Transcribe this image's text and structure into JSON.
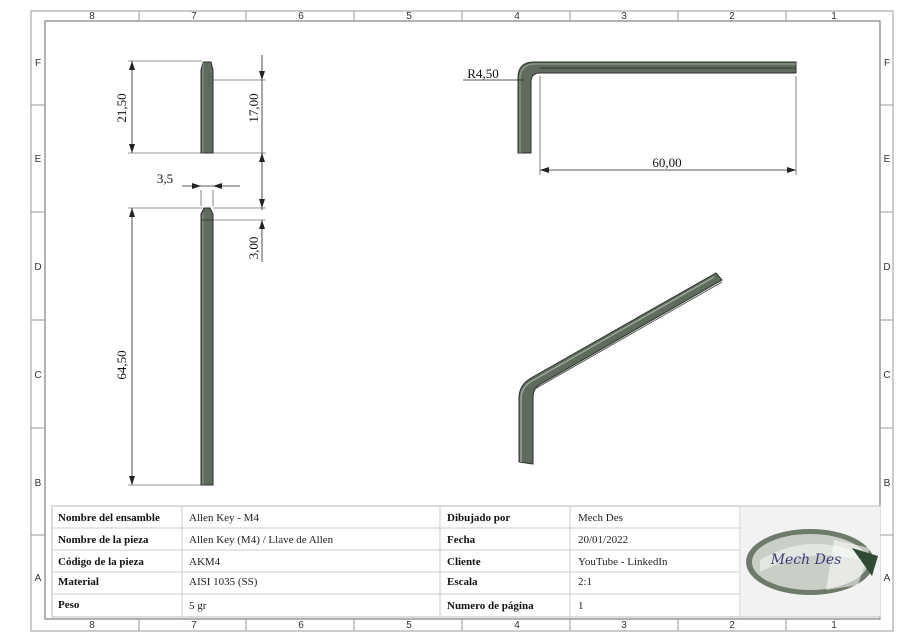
{
  "border": {
    "columns": [
      "8",
      "7",
      "6",
      "5",
      "4",
      "3",
      "2",
      "1"
    ],
    "rows": [
      "F",
      "E",
      "D",
      "C",
      "B",
      "A"
    ]
  },
  "dimensions": {
    "d_21_50": "21,50",
    "d_17_00": "17,00",
    "d_3_5": "3,5",
    "d_3_00": "3,00",
    "d_64_50": "64,50",
    "d_r4_50": "R4,50",
    "d_60_00": "60,00"
  },
  "title_block": {
    "rows": [
      {
        "label": "Nombre del ensamble",
        "value": "Allen Key - M4",
        "label2": "Dibujado por",
        "value2": "Mech Des"
      },
      {
        "label": "Nombre de la pieza",
        "value": "Allen Key (M4) / Llave de Allen",
        "label2": "Fecha",
        "value2": "20/01/2022"
      },
      {
        "label": "Código de la pieza",
        "value": "AKM4",
        "label2": "Cliente",
        "value2": "YouTube - LinkedIn"
      },
      {
        "label": "Material",
        "value": "AISI 1035 (SS)",
        "label2": "Escala",
        "value2": "2:1"
      },
      {
        "label": "Peso",
        "value": "5 gr",
        "label2": "Numero de página",
        "value2": "1"
      }
    ],
    "logo_text": "Mech  Des"
  },
  "colors": {
    "part": "#5f6b5c",
    "border": "#888888"
  }
}
